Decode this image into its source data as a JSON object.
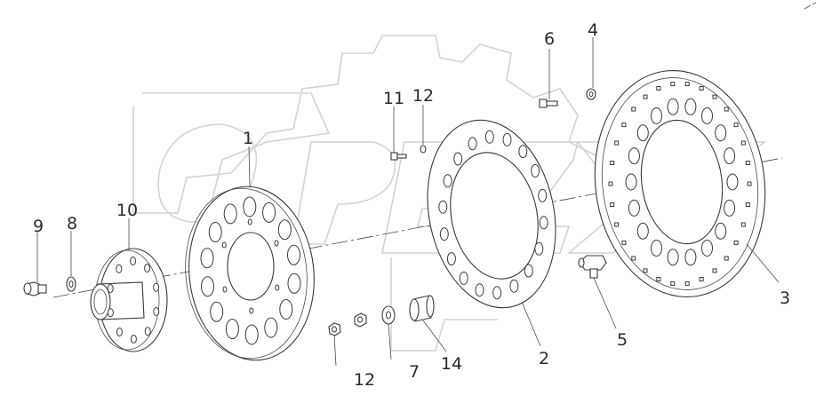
{
  "callouts": [
    {
      "id": "1",
      "text": "1"
    },
    {
      "id": "2",
      "text": "2"
    },
    {
      "id": "3",
      "text": "3"
    },
    {
      "id": "4",
      "text": "4"
    },
    {
      "id": "5",
      "text": "5"
    },
    {
      "id": "6",
      "text": "6"
    },
    {
      "id": "7",
      "text": "7"
    },
    {
      "id": "8",
      "text": "8"
    },
    {
      "id": "9",
      "text": "9"
    },
    {
      "id": "10",
      "text": "10"
    },
    {
      "id": "11",
      "text": "11"
    },
    {
      "id": "12a",
      "text": "12"
    },
    {
      "id": "12b",
      "text": "12"
    },
    {
      "id": "14",
      "text": "14"
    }
  ],
  "colors": {
    "line": "#3a3a3a",
    "watermark": "#d3d3d3",
    "background": "#ffffff"
  }
}
